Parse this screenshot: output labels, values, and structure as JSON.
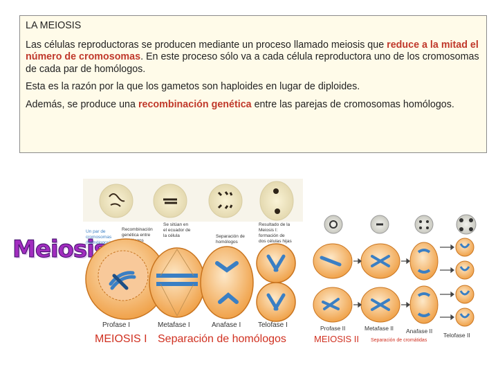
{
  "header": {
    "title": "LA MEIOSIS"
  },
  "paragraph1": {
    "part1": "Las células reproductoras se producen mediante un proceso llamado meiosis que ",
    "highlight1": "reduce a la mitad el número de cromosomas",
    "part2": ". En este proceso sólo va a cada célula reproductora uno de los cromosomas de cada par de homólogos."
  },
  "paragraph2": {
    "text": "Esta es la razón por la que los gametos son haploides en lugar de diploides."
  },
  "paragraph3": {
    "part1": "Además, se produce una ",
    "highlight": "recombinación genética",
    "part2": " entre las parejas de cromosomas homólogos."
  },
  "wordart": {
    "text": "Meiosis"
  },
  "figure": {
    "annotations": [
      "Un par de cromosomas (homólogos)",
      "Recombinación genética entre homólogos",
      "Se sitúan en el ecuador de la célula",
      "Separación de homólogos",
      "Resultado de la Meiosis I: formación de dos células hijas"
    ],
    "meiosis1_stages": [
      "Profase I",
      "Metafase I",
      "Anafase I",
      "Telofase I"
    ],
    "meiosis1_title": "MEIOSIS I",
    "meiosis1_subtitle": "Separación de homólogos",
    "meiosis2_stages": [
      "Profase II",
      "Metafase II",
      "Anafase II",
      "Telofase II"
    ],
    "meiosis2_title": "MEIOSIS II",
    "meiosis2_subtitle": "Separación de cromátidas",
    "colors": {
      "accent_red": "#c0392b",
      "figure_title_red": "#d03020",
      "cell_orange": "#f0a24a",
      "chromosome_blue": "#3a7fc4"
    }
  }
}
